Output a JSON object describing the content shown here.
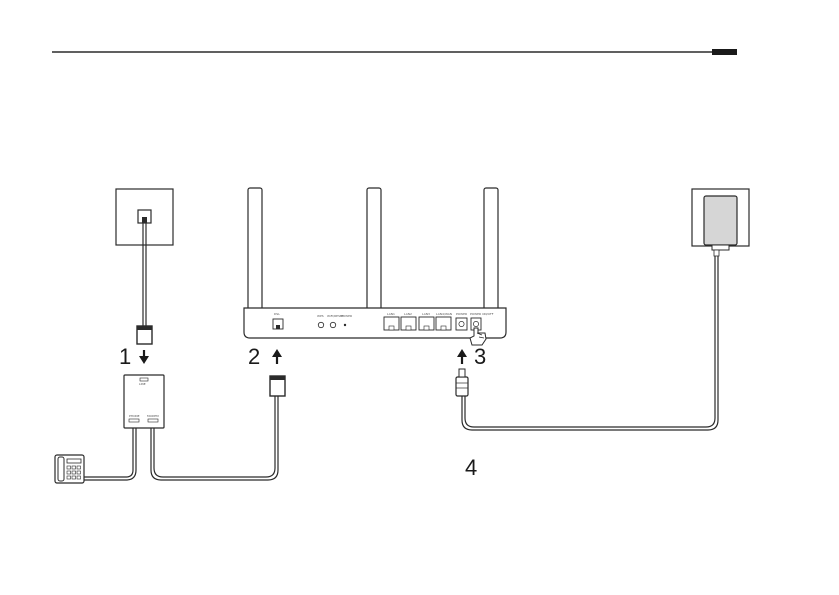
{
  "steps": {
    "s1": "1",
    "s2": "2",
    "s3": "3",
    "s4": "4"
  },
  "splitter": {
    "top_port": "LINE",
    "bottom_left_port": "PHONE",
    "bottom_right_port": "MODEM"
  },
  "router_ports": {
    "dsl": "DSL",
    "wps": "WPS",
    "wifi_reset": "WiFi/RESET",
    "power_led": "POWER",
    "lan1": "LAN1",
    "lan2": "LAN2",
    "lan3": "LAN3",
    "lan4_wan": "LAN4/WAN",
    "power_port": "POWER",
    "power_switch": "POWER ON/OFF"
  },
  "icons": {
    "arrow_down": "arrow-down-icon",
    "arrow_up": "arrow-up-icon",
    "hand": "pointing-hand-icon",
    "phone": "telephone-icon"
  },
  "colors": {
    "line": "#2b2b2b",
    "fill_light": "#ffffff",
    "fill_grey": "#d6d6d6",
    "header_bar": "#1a1a1a"
  }
}
